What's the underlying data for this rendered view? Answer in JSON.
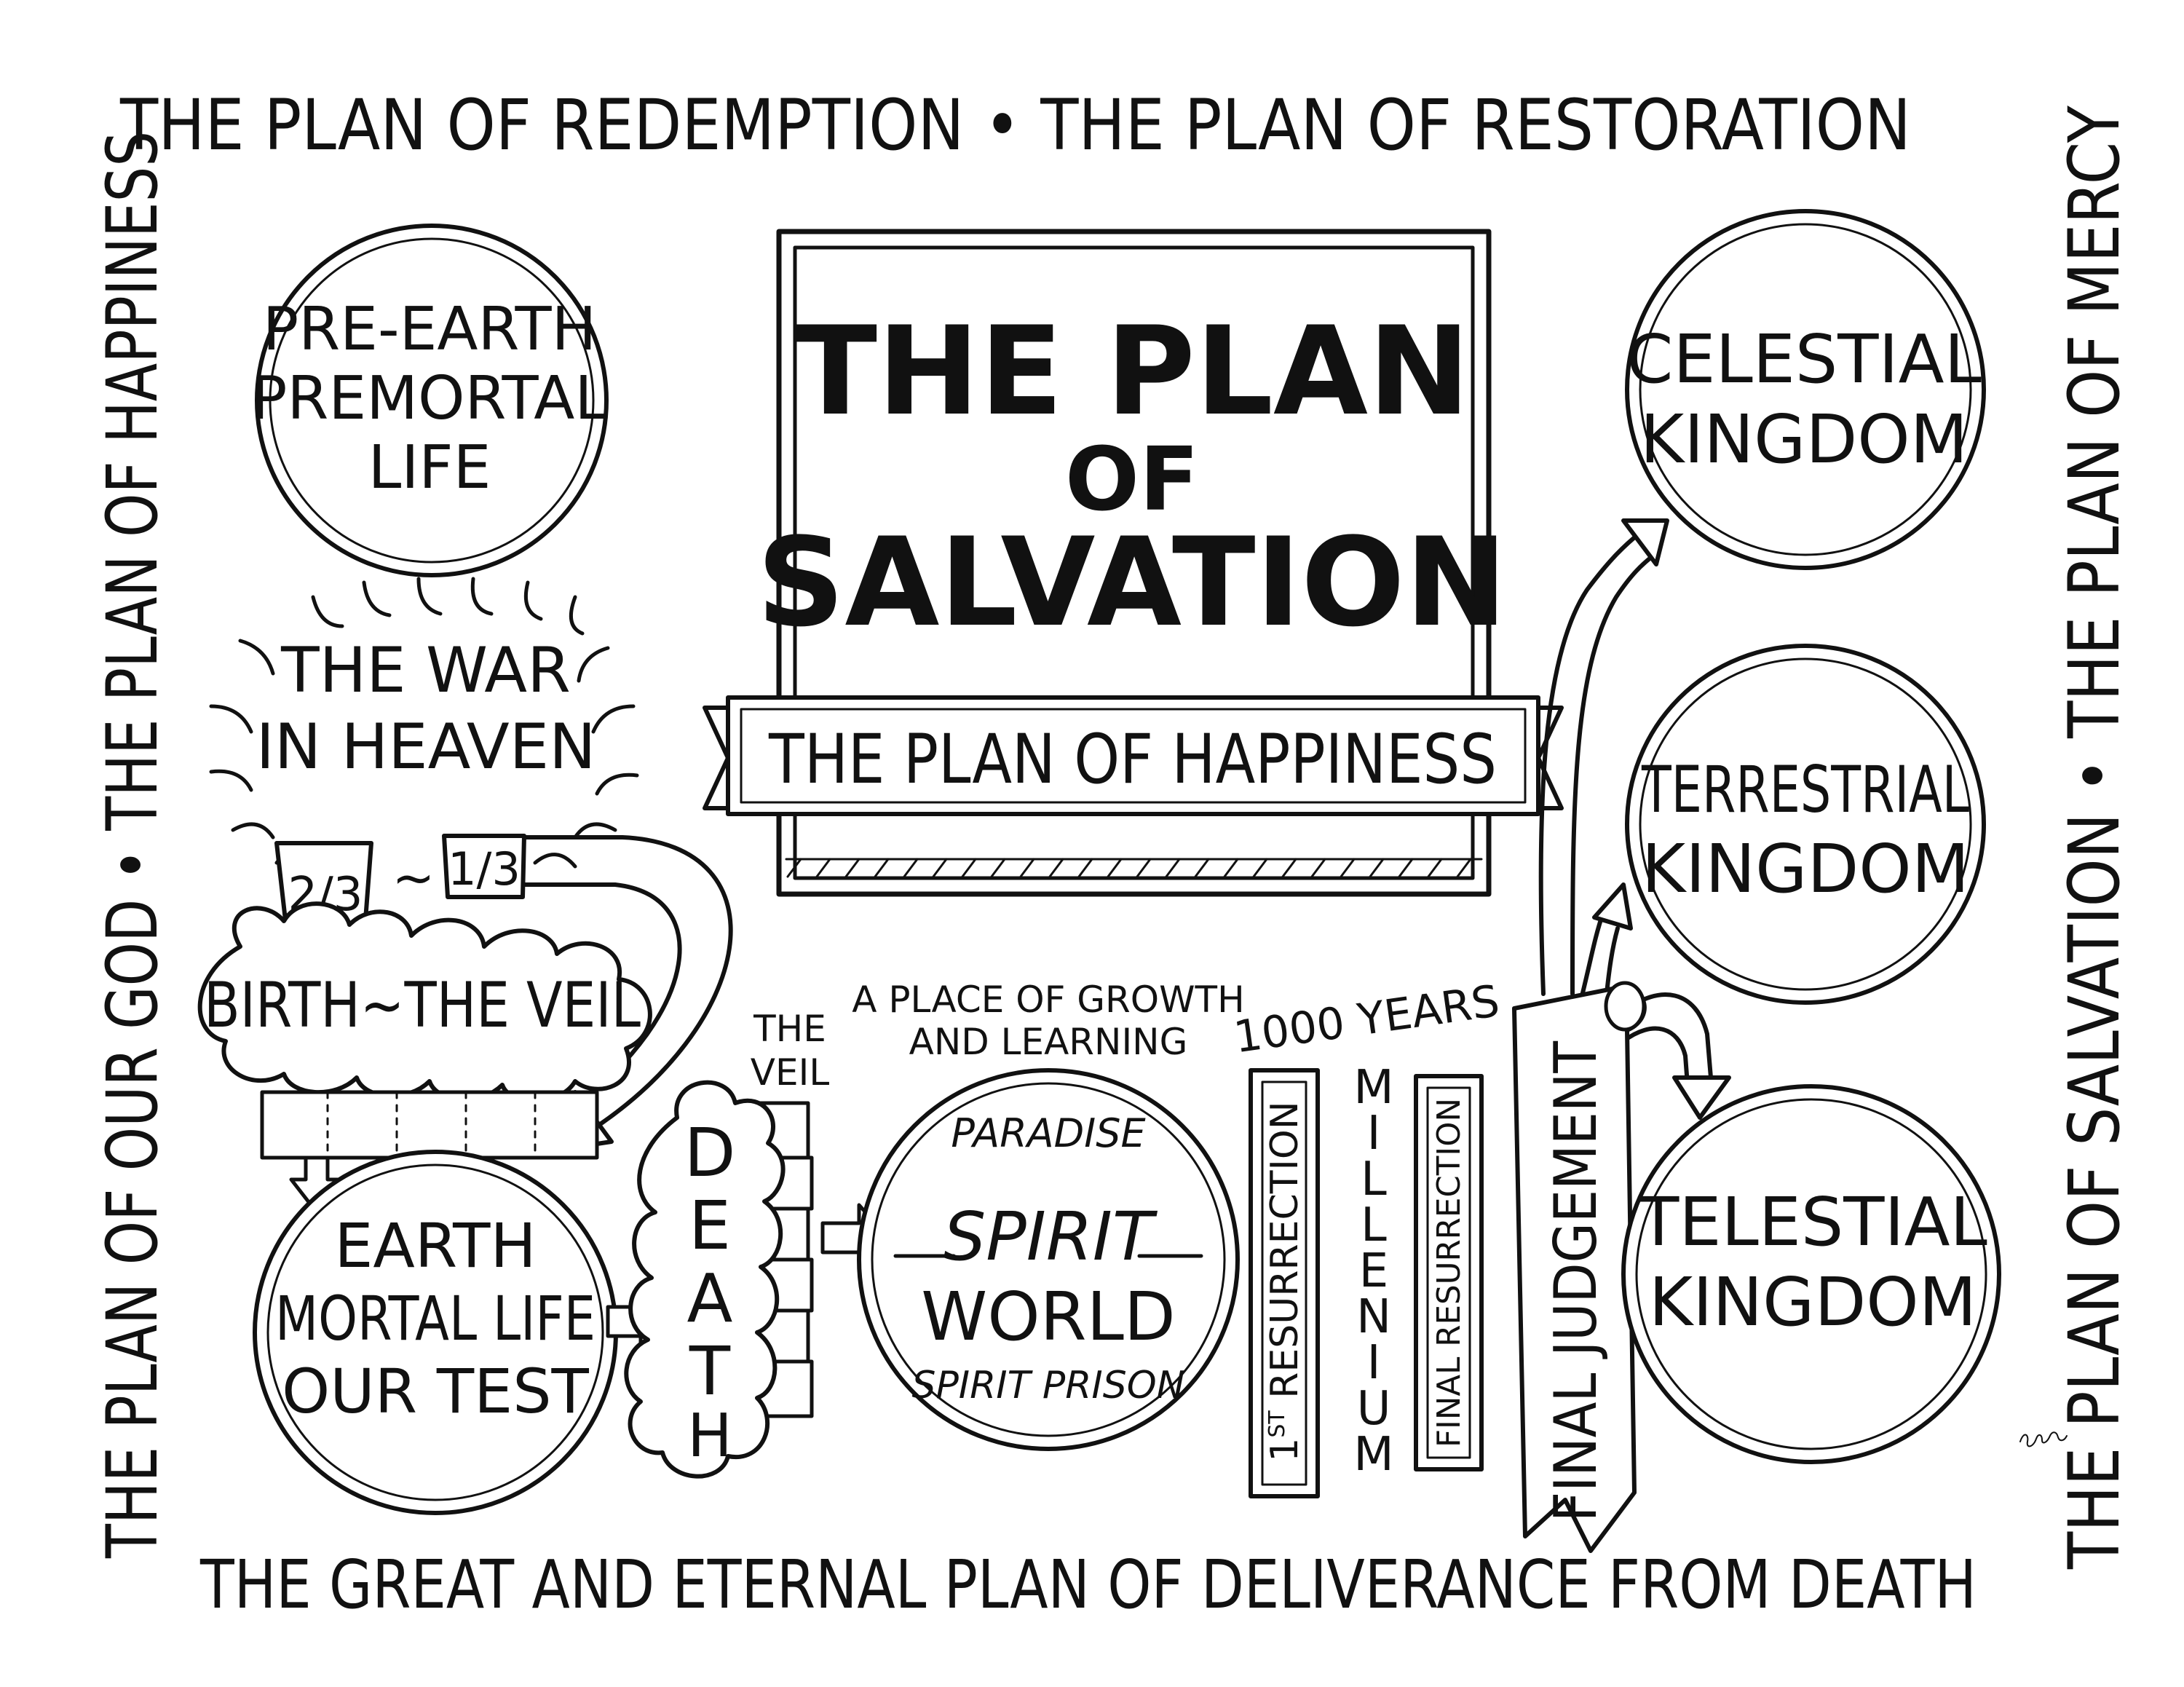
{
  "border": {
    "top": "THE PLAN  OF REDEMPTION • THE PLAN OF RESTORATION",
    "bottom": "THE GREAT AND ETERNAL PLAN OF DELIVERANCE FROM DEATH",
    "left": "THE PLAN OF OUR GOD • THE PLAN OF HAPPINESS",
    "right": "THE PLAN OF SALVATION • THE PLAN OF MERCY"
  },
  "title": {
    "line1": "THE PLAN",
    "line2": "OF",
    "line3": "SALVATION",
    "banner": "THE PLAN OF HAPPINESS"
  },
  "premortal": {
    "line1": "PRE-EARTH",
    "line2": "PREMORTAL",
    "line3": "LIFE"
  },
  "war": {
    "line1": "THE WAR",
    "line2": "IN HEAVEN"
  },
  "split": {
    "left": "2/3",
    "sep": "~",
    "right": "1/3"
  },
  "birth": "BIRTH~THE VEIL",
  "earth": {
    "line1": "EARTH",
    "line2": "MORTAL LIFE",
    "line3": "OUR TEST"
  },
  "death": {
    "letters": [
      "D",
      "E",
      "A",
      "T",
      "H"
    ],
    "veil1": "THE",
    "veil2": "VEIL"
  },
  "spirit": {
    "note1": "A PLACE OF GROWTH",
    "note2": "AND LEARNING",
    "paradise": "PARADISE",
    "line1": "SPIRIT",
    "line2": "WORLD",
    "prison": "SPIRIT PRISON"
  },
  "millennium": {
    "years": "1000 YEARS",
    "letters": [
      "M",
      "I",
      "L",
      "L",
      "E",
      "N",
      "I",
      "U",
      "M"
    ],
    "first_num": "1",
    "first_sup": "ST",
    "first_rest": " RESURRECTION",
    "final": "FINAL RESURRECTION"
  },
  "judgement": "FINAL JUDGEMENT",
  "kingdoms": {
    "celestial1": "CELESTIAL",
    "celestial2": "KINGDOM",
    "terrestrial1": "TERRESTRIAL",
    "terrestrial2": "KINGDOM",
    "telestial1": "TELESTIAL",
    "telestial2": "KINGDOM"
  }
}
